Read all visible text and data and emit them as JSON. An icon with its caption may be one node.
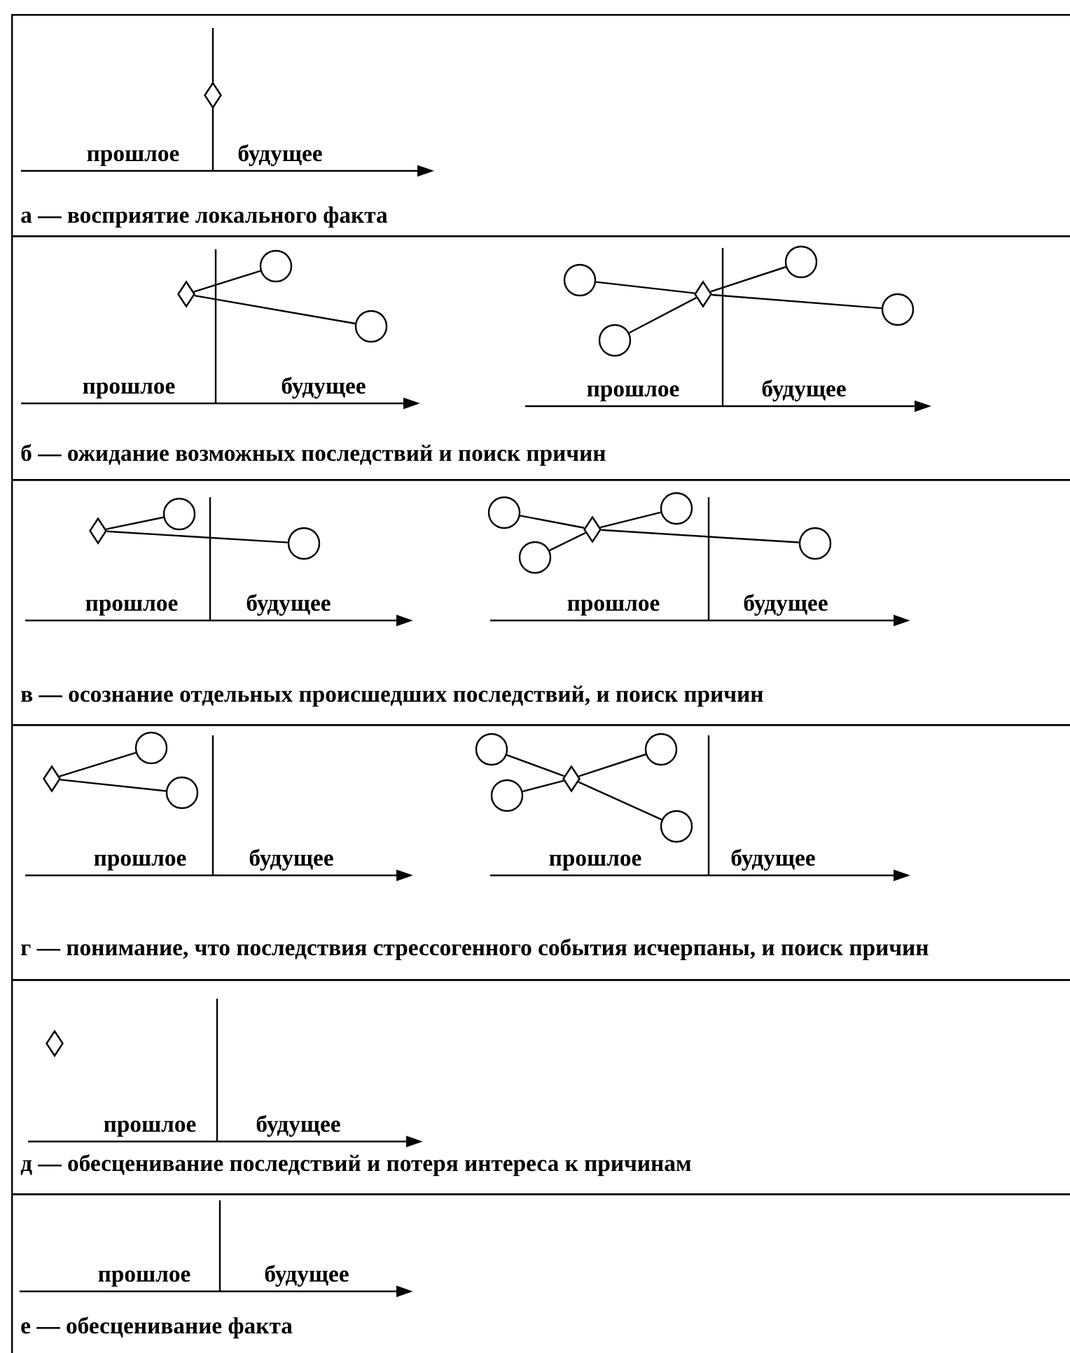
{
  "diagram": {
    "nodes": [
      {
        "text": [
          "а — восприятие локального факта"
        ]
      },
      {
        "text": [],
        "shape": "diamond",
        "in": 0
      },
      {
        "text": [
          "б — ожидание возможных последствий и поиск причин"
        ]
      },
      {
        "text": [],
        "shape": "diamond",
        "in": 2
      },
      {
        "text": [],
        "shape": "circle",
        "in": 2
      },
      {
        "text": [],
        "shape": "circle",
        "in": 2
      },
      {
        "text": [],
        "shape": "circle",
        "in": 2
      },
      {
        "text": [],
        "shape": "circle",
        "in": 2
      },
      {
        "text": [],
        "shape": "diamond",
        "in": 2
      },
      {
        "text": [],
        "shape": "circle",
        "in": 2
      },
      {
        "text": [],
        "shape": "circle",
        "in": 2
      },
      {
        "text": [
          "в — осознание отдельных происшедших последствий, и поиск причин"
        ]
      },
      {
        "text": [],
        "shape": "diamond",
        "in": 11
      },
      {
        "text": [],
        "shape": "circle",
        "in": 11
      },
      {
        "text": [],
        "shape": "circle",
        "in": 11
      },
      {
        "text": [],
        "shape": "circle",
        "in": 11
      },
      {
        "text": [],
        "shape": "circle",
        "in": 11
      },
      {
        "text": [],
        "shape": "diamond",
        "in": 11
      },
      {
        "text": [],
        "shape": "circle",
        "in": 11
      },
      {
        "text": [],
        "shape": "circle",
        "in": 11
      },
      {
        "text": [
          "г — понимание, что последствия стрессогенного события исчерпаны, и поиск причин"
        ]
      },
      {
        "text": [],
        "shape": "diamond",
        "in": 20
      },
      {
        "text": [],
        "shape": "circle",
        "in": 20
      },
      {
        "text": [],
        "shape": "circle",
        "in": 20
      },
      {
        "text": [],
        "shape": "circle",
        "in": 20
      },
      {
        "text": [],
        "shape": "circle",
        "in": 20
      },
      {
        "text": [],
        "shape": "diamond",
        "in": 20
      },
      {
        "text": [],
        "shape": "circle",
        "in": 20
      },
      {
        "text": [],
        "shape": "circle",
        "in": 20
      },
      {
        "text": [
          "д — обесценивание последствий и потеря интереса к причинам"
        ]
      },
      {
        "text": [],
        "shape": "diamond",
        "in": 29
      },
      {
        "text": [
          "е — обесценивание факта"
        ]
      }
    ],
    "edges": [
      {
        "from": 3,
        "to": 4,
        "arrow": "none"
      },
      {
        "from": 3,
        "to": 5,
        "arrow": "none"
      },
      {
        "from": 6,
        "to": 8,
        "arrow": "none"
      },
      {
        "from": 7,
        "to": 8,
        "arrow": "none"
      },
      {
        "from": 8,
        "to": 9,
        "arrow": "none"
      },
      {
        "from": 8,
        "to": 10,
        "arrow": "none"
      },
      {
        "from": 12,
        "to": 13,
        "arrow": "none"
      },
      {
        "from": 12,
        "to": 14,
        "arrow": "none"
      },
      {
        "from": 15,
        "to": 17,
        "arrow": "none"
      },
      {
        "from": 16,
        "to": 17,
        "arrow": "none"
      },
      {
        "from": 17,
        "to": 18,
        "arrow": "none"
      },
      {
        "from": 17,
        "to": 19,
        "arrow": "none"
      },
      {
        "from": 21,
        "to": 22,
        "arrow": "none"
      },
      {
        "from": 21,
        "to": 23,
        "arrow": "none"
      },
      {
        "from": 24,
        "to": 26,
        "arrow": "none"
      },
      {
        "from": 25,
        "to": 26,
        "arrow": "none"
      },
      {
        "from": 26,
        "to": 27,
        "arrow": "none"
      },
      {
        "from": 26,
        "to": 28,
        "arrow": "none"
      }
    ],
    "labels": [
      "прошлое",
      "будущее",
      "прошлое",
      "будущее",
      "прошлое",
      "будущее",
      "прошлое",
      "будущее",
      "прошлое",
      "будущее",
      "прошлое",
      "будущее",
      "прошлое",
      "будущее",
      "прошлое",
      "будущее",
      "прошлое",
      "будущее"
    ]
  }
}
